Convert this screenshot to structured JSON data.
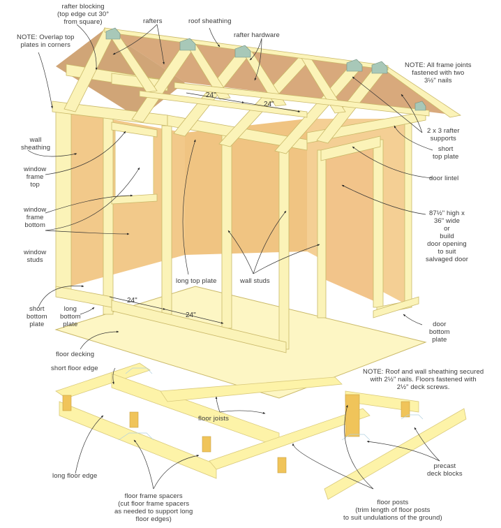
{
  "diagram": {
    "title": "Shed framing plan (exploded isometric)",
    "colors": {
      "lumber": "#fbf3b8",
      "lumber_edge": "#d9c97a",
      "lumber_end": "#f0c45a",
      "wall_sheathing": "#f2c98a",
      "roof_sheathing": "#d4a06e",
      "hardware": "#a8c8b8",
      "floor_decking": "#fdf6c4",
      "leader_line": "#333333",
      "text": "#3a3a3a"
    },
    "labels": {
      "rafter_blocking": "rafter blocking\n(top edge cut 30°\nfrom square)",
      "rafters": "rafters",
      "roof_sheathing": "roof sheathing",
      "rafter_hardware": "rafter hardware",
      "note_overlap": "NOTE: Overlap top\nplates in corners",
      "note_joints": "NOTE: All frame joints\nfastened with two\n3½\" nails",
      "rafter_supports": "2 x 3 rafter\nsupports",
      "short_top_plate": "short\ntop plate",
      "door_lintel": "door lintel",
      "door_opening": "87½\" high x\n36\" wide\nor\nbuild\ndoor opening\nto suit\nsalvaged door",
      "wall_sheathing": "wall\nsheathing",
      "window_frame_top": "window\nframe\ntop",
      "window_frame_bottom": "window\nframe\nbottom",
      "window_studs": "window\nstuds",
      "long_top_plate": "long top plate",
      "wall_studs": "wall studs",
      "short_bottom_plate": "short\nbottom\nplate",
      "long_bottom_plate": "long\nbottom\nplate",
      "door_bottom_plate": "door\nbottom\nplate",
      "floor_decking": "floor decking",
      "short_floor_edge": "short floor edge",
      "note_fasteners": "NOTE: Roof and wall sheathing secured\nwith 2½\" nails. Floors fastened with\n2½\" deck screws.",
      "floor_joists": "floor joists",
      "long_floor_edge": "long floor edge",
      "floor_frame_spacers": "floor frame spacers\n(cut floor frame spacers\nas needed to support long\nfloor edges)",
      "precast_deck_blocks": "precast\ndeck blocks",
      "floor_posts": "floor posts\n(trim length of floor posts\nto suit undulations of the ground)"
    },
    "dimensions": {
      "rafter_spacing_1": "24\"",
      "rafter_spacing_2": "24\"",
      "stud_spacing_1": "24\"",
      "stud_spacing_2": "24\""
    }
  }
}
